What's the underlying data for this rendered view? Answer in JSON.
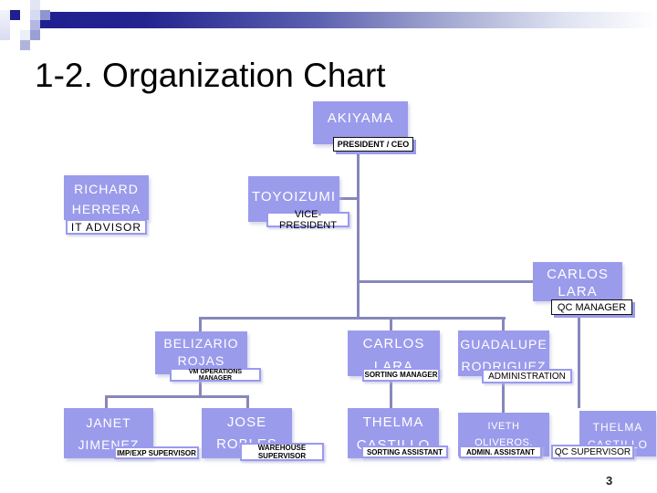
{
  "slide": {
    "title": "1-2. Organization Chart",
    "page_number": "3"
  },
  "colors": {
    "box_fill": "#9b9bec",
    "connector_line": "#8787bd",
    "accent_dark_navy": "#1f1f90",
    "label_border": "#9a9aee",
    "box_text": "#ffffff",
    "label_text": "#000000"
  },
  "nodes": {
    "akiyama": {
      "name": "AKIYAMA",
      "title": "PRESIDENT / CEO"
    },
    "richard": {
      "name": "RICHARD\nHERRERA",
      "title": "IT ADVISOR"
    },
    "toyoizumi": {
      "name": "TOYOIZUMI",
      "title": "VICE-PRESIDENT"
    },
    "carlos_qc": {
      "name": "CARLOS\nLARA",
      "title": "QC MANAGER"
    },
    "belizario": {
      "name": "BELIZARIO\nROJAS",
      "title": "VM OPERATIONS MANAGER"
    },
    "carlos_sorting": {
      "name": "CARLOS\nLARA",
      "title": "SORTING MANAGER"
    },
    "guadalupe": {
      "name": "GUADALUPE\nRODRIGUEZ",
      "title": "ADMINISTRATION"
    },
    "janet": {
      "name": "JANET\nJIMENEZ",
      "title": "IMP/EXP SUPERVISOR"
    },
    "jose": {
      "name": "JOSE\nROBLES",
      "title": "WAREHOUSE\nSUPERVISOR"
    },
    "thelma_sorting": {
      "name": "THELMA\nCASTILLO",
      "title": "SORTING ASSISTANT"
    },
    "iveth": {
      "name": "IVETH OLIVEROS,\nELVIA PEREZ",
      "title": "ADMIN. ASSISTANT"
    },
    "thelma_qc": {
      "name": "THELMA\nCASTILLO",
      "title": "QC SUPERVISOR"
    }
  }
}
